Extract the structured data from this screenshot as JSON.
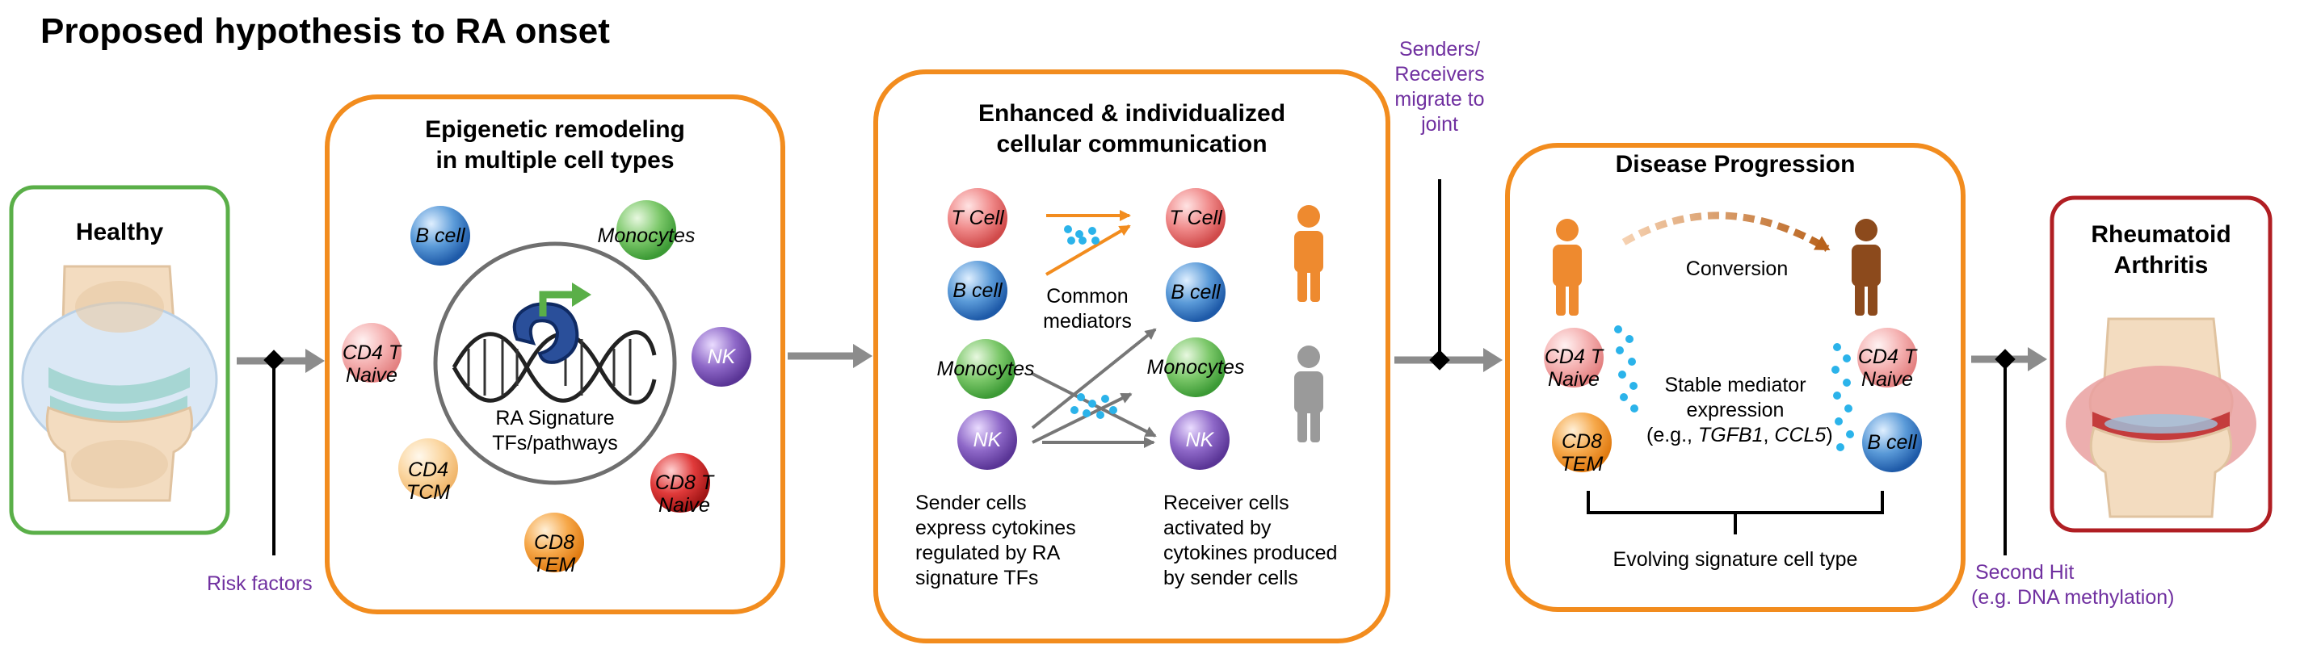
{
  "title": "Proposed hypothesis to RA onset",
  "healthy": {
    "label": "Healthy"
  },
  "risk_factors": "Risk factors",
  "epigenetic": {
    "title_line1": "Epigenetic remodeling",
    "title_line2": "in multiple cell types",
    "center_line1": "RA Signature",
    "center_line2": "TFs/pathways",
    "cells": {
      "b_cell": "B cell",
      "monocytes": "Monocytes",
      "cd4_t_naive_1": "CD4 T",
      "cd4_t_naive_2": "Naive",
      "nk": "NK",
      "cd4_tcm_1": "CD4",
      "cd4_tcm_2": "TCM",
      "cd8_t_naive_1": "CD8 T",
      "cd8_t_naive_2": "Naive",
      "cd8_tem_1": "CD8",
      "cd8_tem_2": "TEM"
    }
  },
  "communication": {
    "title_line1": "Enhanced & individualized",
    "title_line2": "cellular communication",
    "senders": [
      "T Cell",
      "B cell",
      "Monocytes",
      "NK"
    ],
    "receivers": [
      "T Cell",
      "B cell",
      "Monocytes",
      "NK"
    ],
    "mediators_line1": "Common",
    "mediators_line2": "mediators",
    "sender_desc": [
      "Sender cells",
      "express cytokines",
      "regulated by RA",
      "signature TFs"
    ],
    "receiver_desc": [
      "Receiver cells",
      "activated by",
      "cytokines produced",
      "by sender cells"
    ]
  },
  "migrate": [
    "Senders/",
    "Receivers",
    "migrate to",
    "joint"
  ],
  "progression": {
    "title": "Disease Progression",
    "conversion": "Conversion",
    "left_cell1_line1": "CD4 T",
    "left_cell1_line2": "Naive",
    "left_cell2_line1": "CD8",
    "left_cell2_line2": "TEM",
    "right_cell1_line1": "CD4 T",
    "right_cell1_line2": "Naive",
    "right_cell2": "B cell",
    "stable_line1": "Stable mediator",
    "stable_line2": "expression",
    "stable_line3_prefix": "(e.g., ",
    "stable_gene1": "TGFB1",
    "stable_sep": ", ",
    "stable_gene2": "CCL5",
    "stable_suffix": ")",
    "evolving": "Evolving signature cell type"
  },
  "second_hit": [
    "Second Hit",
    "(e.g. DNA methylation)"
  ],
  "ra": {
    "line1": "Rheumatoid",
    "line2": "Arthritis"
  },
  "colors": {
    "orange": "#f28c1e",
    "green": "#5aaf48",
    "red": "#b01e23",
    "purple": "#7030a0",
    "gray_arrow": "#8c8c8c",
    "cyan_dots": "#2bb3ea",
    "person_orange": "#ee8a2f",
    "person_brown": "#8c4a1c",
    "person_gray": "#9a9a9a"
  }
}
